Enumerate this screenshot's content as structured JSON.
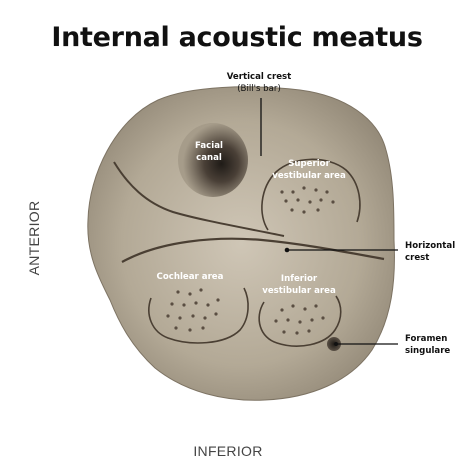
{
  "title": "Internal acoustic meatus",
  "labels": {
    "vertical_crest_line1": "Vertical crest",
    "vertical_crest_line2": "(Bill's bar)",
    "facial_canal_line1": "Facial",
    "facial_canal_line2": "canal",
    "superior_vestibular_line1": "Superior",
    "superior_vestibular_line2": "vestibular area",
    "horizontal_crest_line1": "Horizontal",
    "horizontal_crest_line2": "crest",
    "cochlear_area": "Cochlear area",
    "inferior_vestibular_line1": "Inferior",
    "inferior_vestibular_line2": "vestibular area",
    "foramen_singulare_line1": "Foramen",
    "foramen_singulare_line2": "singulare",
    "anterior": "ANTERIOR",
    "inferior": "INFERIOR"
  },
  "colors": {
    "bone_light": "#c9c0b0",
    "bone_dark": "#8f8574",
    "ridge": "#4a3f33",
    "canal_dark": "#2f2a24"
  }
}
